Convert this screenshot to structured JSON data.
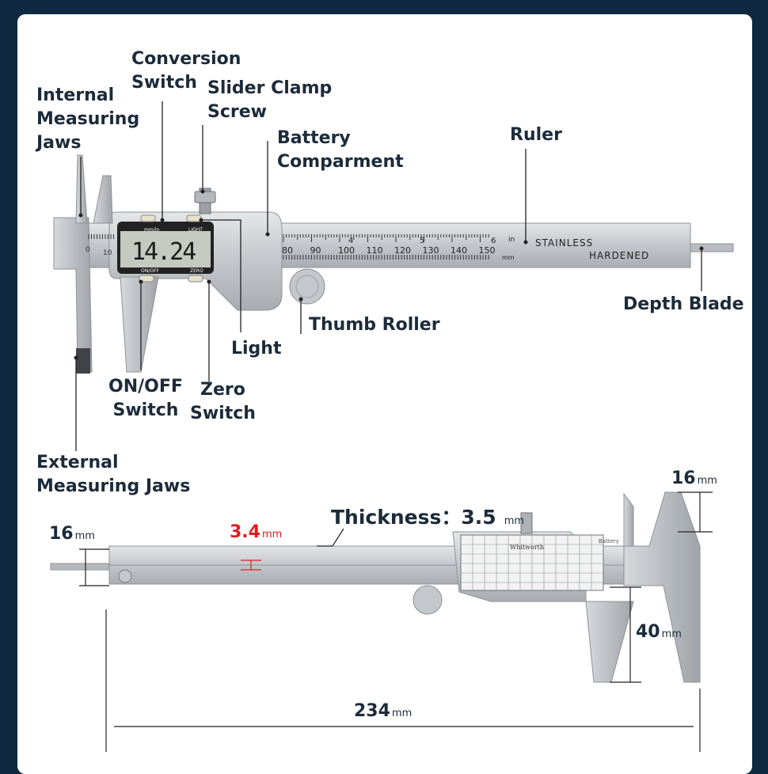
{
  "labels": {
    "internal_jaws": [
      "Internal",
      "Measuring",
      "Jaws"
    ],
    "conversion_switch": [
      "Conversion",
      "Switch"
    ],
    "slider_clamp": [
      "Slider Clamp",
      "Screw"
    ],
    "battery": [
      "Battery",
      "Comparment"
    ],
    "ruler": "Ruler",
    "depth_blade": "Depth Blade",
    "thumb_roller": "Thumb Roller",
    "light": "Light",
    "onoff_switch": [
      "ON/OFF",
      "Switch"
    ],
    "zero_switch": [
      "Zero",
      "Switch"
    ],
    "external_jaws": [
      "External",
      "Measuring Jaws"
    ]
  },
  "device": {
    "display_value": "14.24",
    "display_unit": "mm/in",
    "light_text": "LIGHT",
    "onoff_text": "ON/OFF",
    "zero_text": "ZERO",
    "scale_numbers": [
      "80",
      "90",
      "100",
      "110",
      "120",
      "130",
      "140",
      "150"
    ],
    "inch_numbers": [
      "4",
      "5",
      "6"
    ],
    "in_text": "in",
    "mm_text": "mm",
    "stainless": "STAINLESS",
    "hardened": "HARDENED",
    "jaw_scale_numbers": [
      "0",
      "10"
    ],
    "back_battery": "Battery",
    "back_table_title": "Whitworth"
  },
  "dimensions": {
    "thickness_label": "Thickness：",
    "thickness_value": "3.5",
    "thickness_unit": "mm",
    "blade_width_value": "3.4",
    "blade_width_unit": "mm",
    "left_height_value": "16",
    "left_height_unit": "mm",
    "right_top_value": "16",
    "right_top_unit": "mm",
    "jaw_depth_value": "40",
    "jaw_depth_unit": "mm",
    "total_length_value": "234",
    "total_length_unit": "mm"
  },
  "colors": {
    "background": "#0f2a40",
    "card": "#ffffff",
    "text": "#1c2b3a",
    "accent_red": "#e11d1d",
    "steel": "#c9ccd0",
    "lcd": "#c5c9c0"
  }
}
